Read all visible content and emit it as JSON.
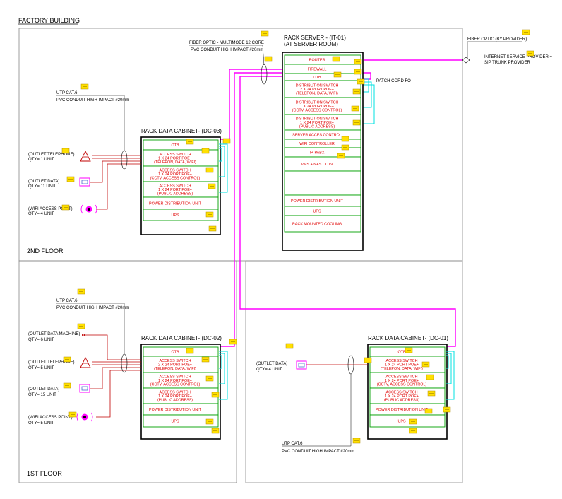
{
  "title": "FACTORY BUILDING",
  "floors": {
    "second": "2ND FLOOR",
    "first": "1ST FLOOR"
  },
  "server": {
    "title": "RACK SERVER - (IT-01)",
    "subtitle": "(AT SERVER ROOM)",
    "rows": [
      [
        "ROUTER"
      ],
      [
        "FIREWALL"
      ],
      [
        "OTB"
      ],
      [
        "DISTRIBUTION SWITCH",
        "2 X 24 PORT POE+",
        "(TELEPON, DATA, WIFI)"
      ],
      [
        "DISTRIBUTION SWITCH",
        "1 X 24 PORT POE+",
        "(CCTV, ACCESS CONTROL)"
      ],
      [
        "DISTRIBUTION SWITCH",
        "1 X 24 PORT POE+",
        "(PUBLIC ADDRESS)"
      ],
      [
        "SERVER ACCES CONTROL"
      ],
      [
        "WIFI CONTROLLER"
      ],
      [
        "IP-PABX"
      ],
      [
        "VMS + NAS CCTV"
      ],
      [],
      [
        "POWER DISTRIBUTION UNIT"
      ],
      [
        "UPS"
      ],
      [
        "RACK MOUNTED COOLING"
      ]
    ],
    "patch_cord": "PATCH CORD FO"
  },
  "fiber_main": {
    "line1": "FIBER OPTIC - MULTIMODE 12 CORE",
    "line2": "PVC CONDUIT HIGH IMPACT #20mm"
  },
  "isp": {
    "fiber": "FIBER OPTIC (BY PROVIDER)",
    "line1": "INTERNET SERVICE PROVIDER +",
    "line2": "SIP TRUNK PROVIDER"
  },
  "cabinets": {
    "dc03": {
      "title": "RACK DATA CABINET- (DC-03)",
      "rows": [
        [
          "OTB"
        ],
        [
          "ACCESS SWITCH",
          "1 X 24 PORT POE+",
          "(TELEPON, DATA, WIFI)"
        ],
        [
          "ACCESS SWITCH",
          "1 X 24 PORT POE+",
          "(CCTV, ACCESS CONTROL)"
        ],
        [
          "ACCESS SWITCH",
          "1 X 24 PORT POE+",
          "(PUBLIC ADDRESS)"
        ],
        [
          "POWER DISTRIBUTION UNIT"
        ],
        [
          "UPS"
        ]
      ]
    },
    "dc02": {
      "title": "RACK DATA CABINET- (DC-02)",
      "rows": [
        [
          "OTB"
        ],
        [
          "ACCESS SWITCH",
          "2 X 24 PORT POE+",
          "(TELEPON, DATA, WIFI)"
        ],
        [
          "ACCESS SWITCH",
          "1 X 24 PORT POE+",
          "(CCTV, ACCESS CONTROL)"
        ],
        [
          "ACCESS SWITCH",
          "1 X 24 PORT POE+",
          "(PUBLIC ADDRESS)"
        ],
        [
          "POWER DISTRIBUTION UNIT"
        ],
        [
          "UPS"
        ]
      ]
    },
    "dc01": {
      "title": "RACK DATA CABINET- (DC-01)",
      "rows": [
        [
          "OTB"
        ],
        [
          "ACCESS SWITCH",
          "1 X 24 PORT POE+",
          "(TELEPON, DATA, WIFI)"
        ],
        [
          "ACCESS SWITCH",
          "1 X 24 PORT POE+",
          "(CCTV, ACCESS CONTROL)"
        ],
        [
          "ACCESS SWITCH",
          "1 X 24 PORT POE+",
          "(PUBLIC ADDRESS)"
        ],
        [
          "POWER DISTRIBUTION UNIT"
        ],
        [
          "UPS"
        ]
      ]
    }
  },
  "utp": {
    "line1": "UTP CAT.6",
    "line2": "PVC CONDUIT HIGH IMPACT #20mm"
  },
  "outlets": {
    "f2_tel": [
      "(OUTLET TELEPHONE)",
      "QTY= 1 UNIT"
    ],
    "f2_data": [
      "(OUTLET DATA)",
      "QTY= 11 UNIT"
    ],
    "f2_wifi": [
      "(WIFI ACCESS POINT)",
      "QTY= 4 UNIT"
    ],
    "f1_datamachine": [
      "(OUTLET DATA MACHINE)",
      "QTY= 6 UNIT"
    ],
    "f1_tel": [
      "(OUTLET TELEPHONE)",
      "QTY= 5 UNIT"
    ],
    "f1_data": [
      "(OUTLET DATA)",
      "QTY= 15 UNIT"
    ],
    "f1_wifi": [
      "(WIFI ACCESS POINT)",
      "QTY= 5 UNIT"
    ],
    "f1r_data": [
      "(OUTLET DATA)",
      "QTY= 4 UNIT"
    ]
  },
  "colors": {
    "magenta": "#ff00ff",
    "cyan": "#00e0e0",
    "green": "#00a000",
    "red": "#c00000",
    "note": "#ffe000"
  }
}
